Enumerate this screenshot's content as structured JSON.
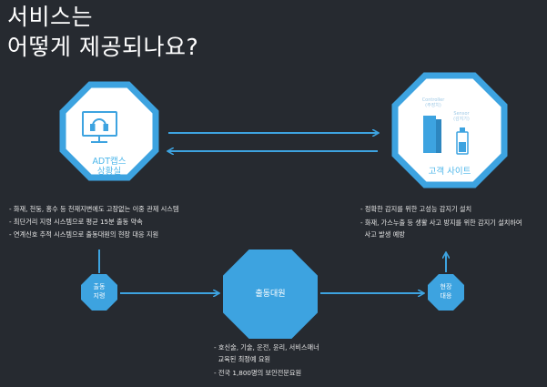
{
  "title": {
    "line1": "서비스는",
    "line2": "어떻게 제공되나요?"
  },
  "nodes": {
    "control_center": {
      "line1": "ADT캡스",
      "line2": "상황실"
    },
    "customer_site": {
      "label": "고객 사이트",
      "controller_label": "Controller\n(주장치)",
      "sensor_label": "Sensor\n(감지기)"
    },
    "dispatch_team": {
      "label": "출동대원"
    },
    "dispatch": {
      "line1": "출동",
      "line2": "지령"
    },
    "onsite": {
      "line1": "현장",
      "line2": "대응"
    }
  },
  "lists": {
    "control_center": [
      "- 화재, 천둥, 홍수 등 천재지변에도  고장없는 이중 관제 시스템",
      "- 최단거리 지령 시스템으로 평균 15분 출동 약속",
      "- 연계신호 추적 시스템으로 출동대원의 현장 대응 지원"
    ],
    "customer_site": [
      "- 정확한 감지를 위한  고성능 감지기 설치",
      "- 화재, 가스누출 등  생활 사고 방지를 위한 감지기 설치하여",
      "  사고 발생 예방"
    ],
    "dispatch_team": [
      "- 호신술, 기술, 운전, 윤리, 서비스매너",
      "  교육된 최정예 요원",
      "- 전국 1,800명의 보안전문요원"
    ]
  },
  "colors": {
    "accent": "#3da3e0",
    "background": "#262a30",
    "text": "#ffffff"
  },
  "icons": [
    "headset-monitor-icon",
    "controller-device-icon",
    "sensor-device-icon"
  ]
}
